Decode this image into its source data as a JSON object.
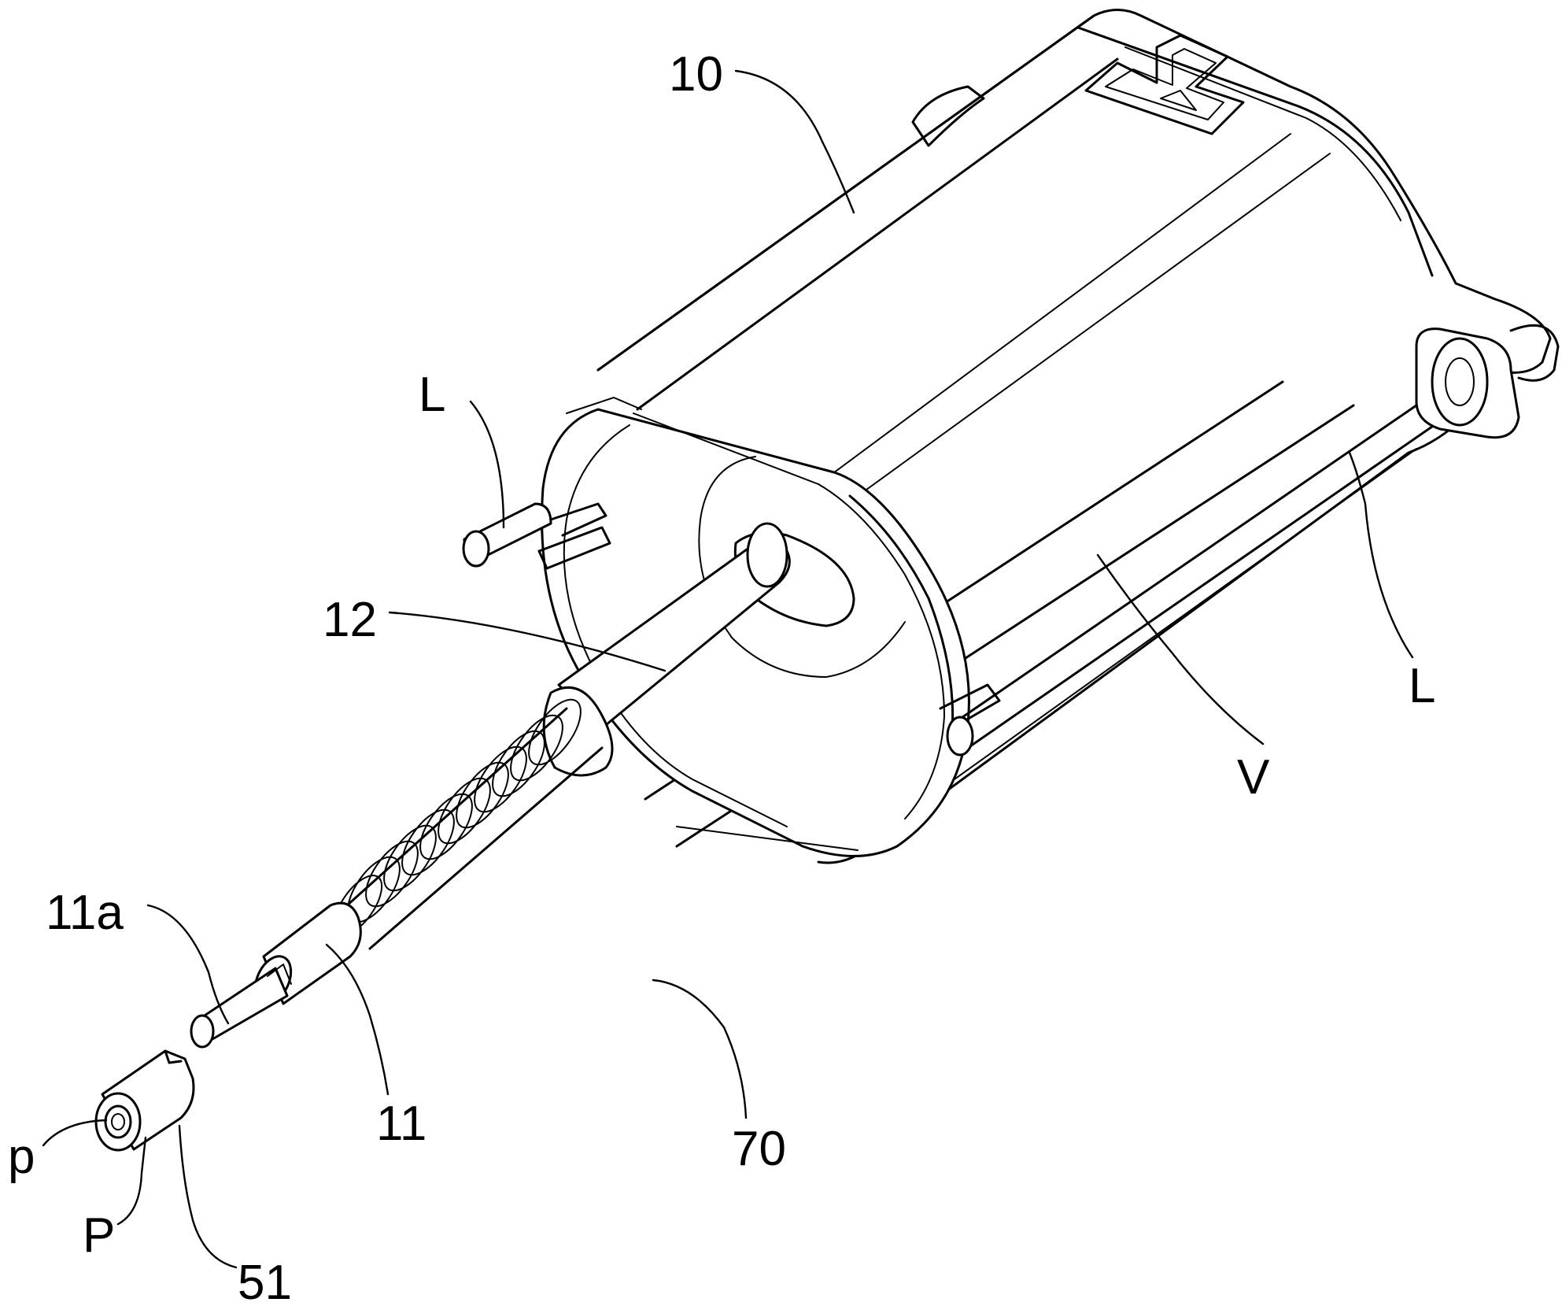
{
  "labels": {
    "l10": "10",
    "lL1": "L",
    "lL2": "L",
    "l12": "12",
    "lV": "V",
    "l11a": "11a",
    "l11": "11",
    "l70": "70",
    "lp": "p",
    "lP": "P",
    "l51": "51"
  }
}
